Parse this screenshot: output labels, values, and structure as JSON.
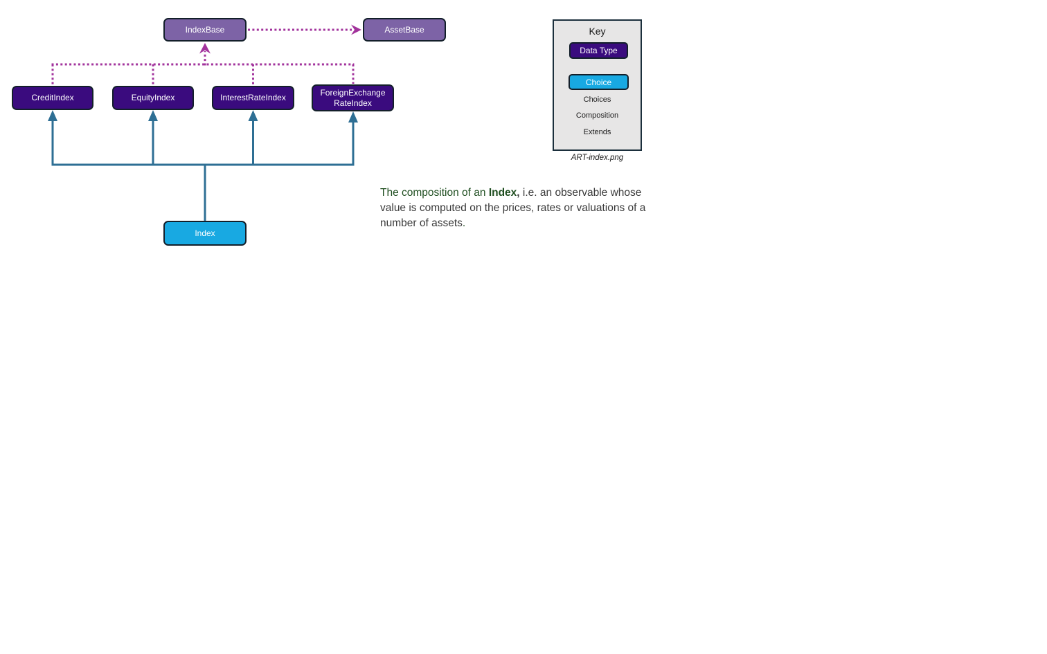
{
  "diagram": {
    "nodes": {
      "index_base": {
        "label": "IndexBase",
        "type": "data-type-base"
      },
      "asset_base": {
        "label": "AssetBase",
        "type": "data-type-base"
      },
      "credit_index": {
        "label": "CreditIndex",
        "type": "data-type"
      },
      "equity_index": {
        "label": "EquityIndex",
        "type": "data-type"
      },
      "interest_rate_index": {
        "label": "InterestRateIndex",
        "type": "data-type"
      },
      "foreign_exchange_rate_index": {
        "label": "ForeignExchange RateIndex",
        "type": "data-type"
      },
      "index": {
        "label": "Index",
        "type": "choice"
      }
    },
    "relations": [
      "CreditIndex extends IndexBase",
      "EquityIndex extends IndexBase",
      "InterestRateIndex extends IndexBase",
      "ForeignExchangeRateIndex extends IndexBase",
      "IndexBase extends AssetBase",
      "Index choices CreditIndex, EquityIndex, InterestRateIndex, ForeignExchangeRateIndex"
    ]
  },
  "key": {
    "title": "Key",
    "data_type_label": "Data Type",
    "choice_label": "Choice",
    "choices_label": "Choices",
    "composition_label": "Composition",
    "extends_label": "Extends",
    "caption": "ART-index.png"
  },
  "paragraph": {
    "part1": "The composition of an ",
    "part2": "Index",
    "part3": ",",
    "part4": " i.e. an observable whose value is computed on the prices, rates or valuations of a number of assets",
    "part5": "."
  },
  "colors": {
    "data_type_fill": "#3a0b7e",
    "base_type_fill": "#7d63a6",
    "choice_fill": "#18a9e2",
    "choices_arrow": "#2e6f94",
    "composition_arrow": "#3a0b7e",
    "extends_arrow": "#a2339c",
    "node_border": "#131f2a",
    "key_background": "#e7e6e6",
    "text_green": "#1f4e20",
    "text_body": "#3a3a3a"
  }
}
